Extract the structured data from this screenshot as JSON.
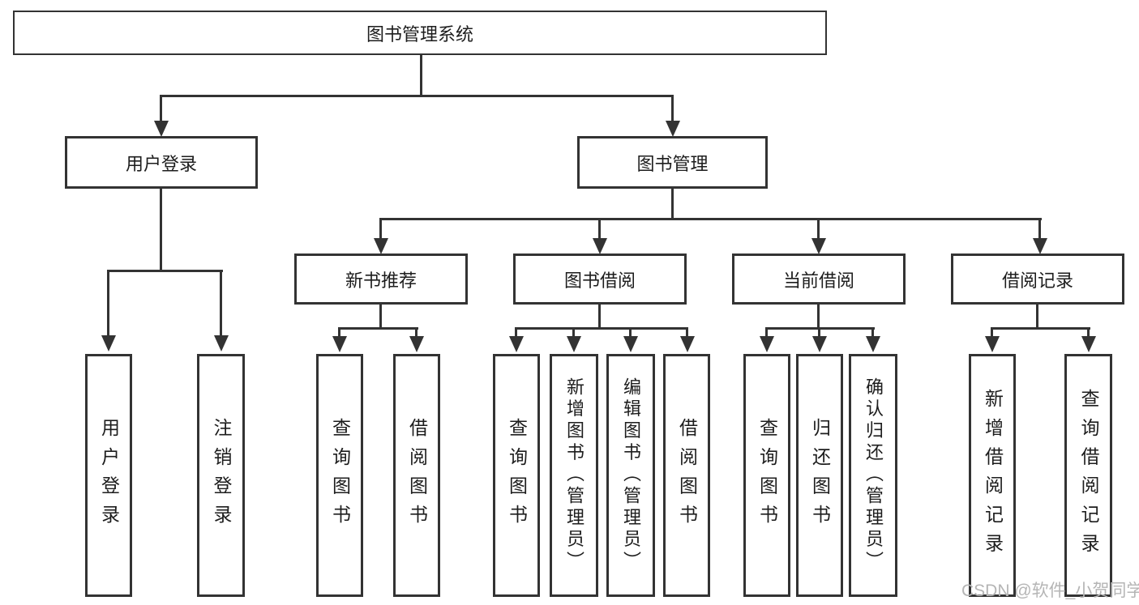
{
  "colors": {
    "line": "#333333",
    "text": "#1d1d1d",
    "watermark_gray": "#b5b5b5",
    "background": "#ffffff"
  },
  "nodes": {
    "root": "图书管理系统",
    "branches": [
      {
        "label": "用户登录",
        "leaves": [
          "用户登录",
          "注销登录"
        ]
      },
      {
        "label": "图书管理",
        "groups": [
          {
            "label": "新书推荐",
            "leaves": [
              "查询图书",
              "借阅图书"
            ]
          },
          {
            "label": "图书借阅",
            "leaves": [
              "查询图书",
              "新增图书（管理员）",
              "编辑图书（管理员）",
              "借阅图书"
            ]
          },
          {
            "label": "当前借阅",
            "leaves": [
              "查询图书",
              "归还图书",
              "确认归还（管理员）"
            ]
          },
          {
            "label": "借阅记录",
            "leaves": [
              "新增借阅记录",
              "查询借阅记录"
            ]
          }
        ]
      }
    ]
  },
  "watermark": "CSDN @软件_小贺同学"
}
